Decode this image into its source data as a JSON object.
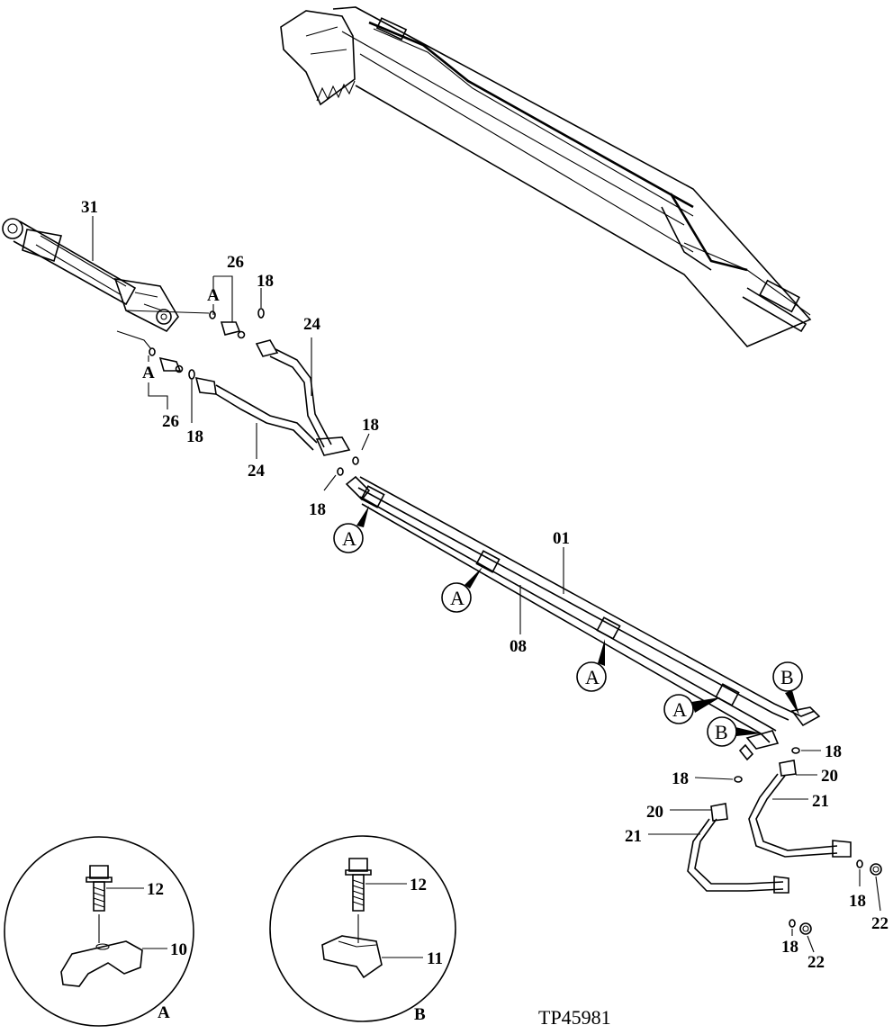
{
  "figure_id": "TP45981",
  "labels": {
    "p31": "31",
    "p26_top": "26",
    "p26_bot": "26",
    "p18_a": "18",
    "p18_b": "18",
    "p18_c": "18",
    "p18_d": "18",
    "p18_e": "18",
    "p18_f": "18",
    "p18_g": "18",
    "p18_h": "18",
    "p24_top": "24",
    "p24_bot": "24",
    "p01": "01",
    "p08": "08",
    "p20_a": "20",
    "p20_b": "20",
    "p21_a": "21",
    "p21_b": "21",
    "p22_a": "22",
    "p22_b": "22",
    "p12_a": "12",
    "p12_b": "12",
    "p10": "10",
    "p11": "11",
    "ref_a_small_1": "A",
    "ref_a_small_2": "A"
  },
  "callouts": {
    "a1": "A",
    "a2": "A",
    "a3": "A",
    "a4": "A",
    "b1": "B",
    "b2": "B"
  },
  "details": {
    "detail_a_caption": "A",
    "detail_b_caption": "B"
  }
}
